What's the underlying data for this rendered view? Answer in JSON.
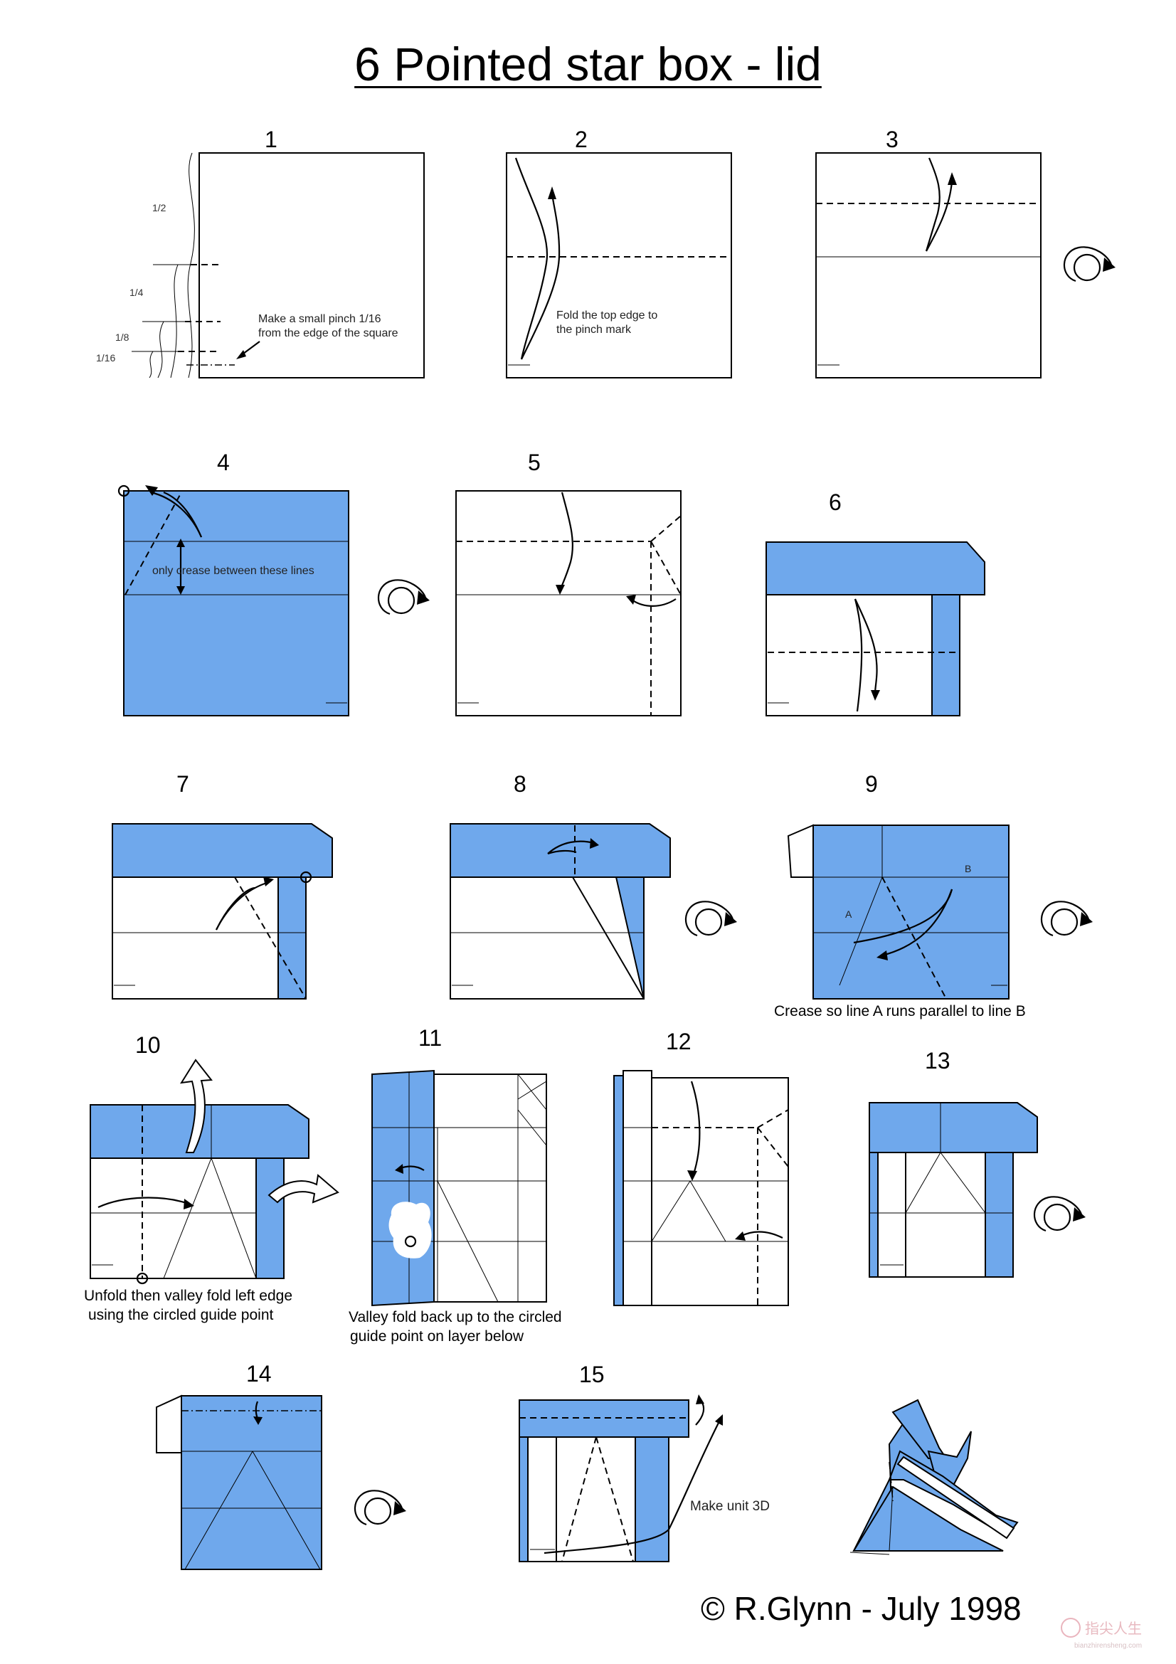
{
  "title": "6 Pointed star box - lid",
  "colors": {
    "paper_blue": "#6fa8ec",
    "paper_white": "#ffffff",
    "line": "#000000"
  },
  "steps": [
    {
      "number": "1",
      "notes": [
        "Make a small pinch 1/16",
        "from the edge of the square"
      ],
      "fractions": [
        "1/2",
        "1/4",
        "1/8",
        "1/16"
      ]
    },
    {
      "number": "2",
      "notes": [
        "Fold the top edge to",
        "the pinch mark"
      ]
    },
    {
      "number": "3"
    },
    {
      "number": "4",
      "notes": [
        "only crease between these lines"
      ]
    },
    {
      "number": "5"
    },
    {
      "number": "6"
    },
    {
      "number": "7"
    },
    {
      "number": "8"
    },
    {
      "number": "9",
      "caption": "Crease so line A runs parallel to line B",
      "labels": [
        "A",
        "B"
      ]
    },
    {
      "number": "10",
      "caption_lines": [
        "Unfold then valley fold left edge",
        "using the circled guide point"
      ]
    },
    {
      "number": "11",
      "caption_lines": [
        "Valley fold back up to the circled",
        "guide point on layer below"
      ]
    },
    {
      "number": "12"
    },
    {
      "number": "13"
    },
    {
      "number": "14"
    },
    {
      "number": "15",
      "notes": [
        "Make unit 3D"
      ]
    }
  ],
  "icons": [
    "turn-over-icon",
    "fold-arrow-icon",
    "unfold-arrow-icon",
    "pinch-circle-icon"
  ],
  "copyright": "© R.Glynn - July 1998",
  "watermark": {
    "text": "指尖人生",
    "url": "bianzhirensheng.com"
  }
}
